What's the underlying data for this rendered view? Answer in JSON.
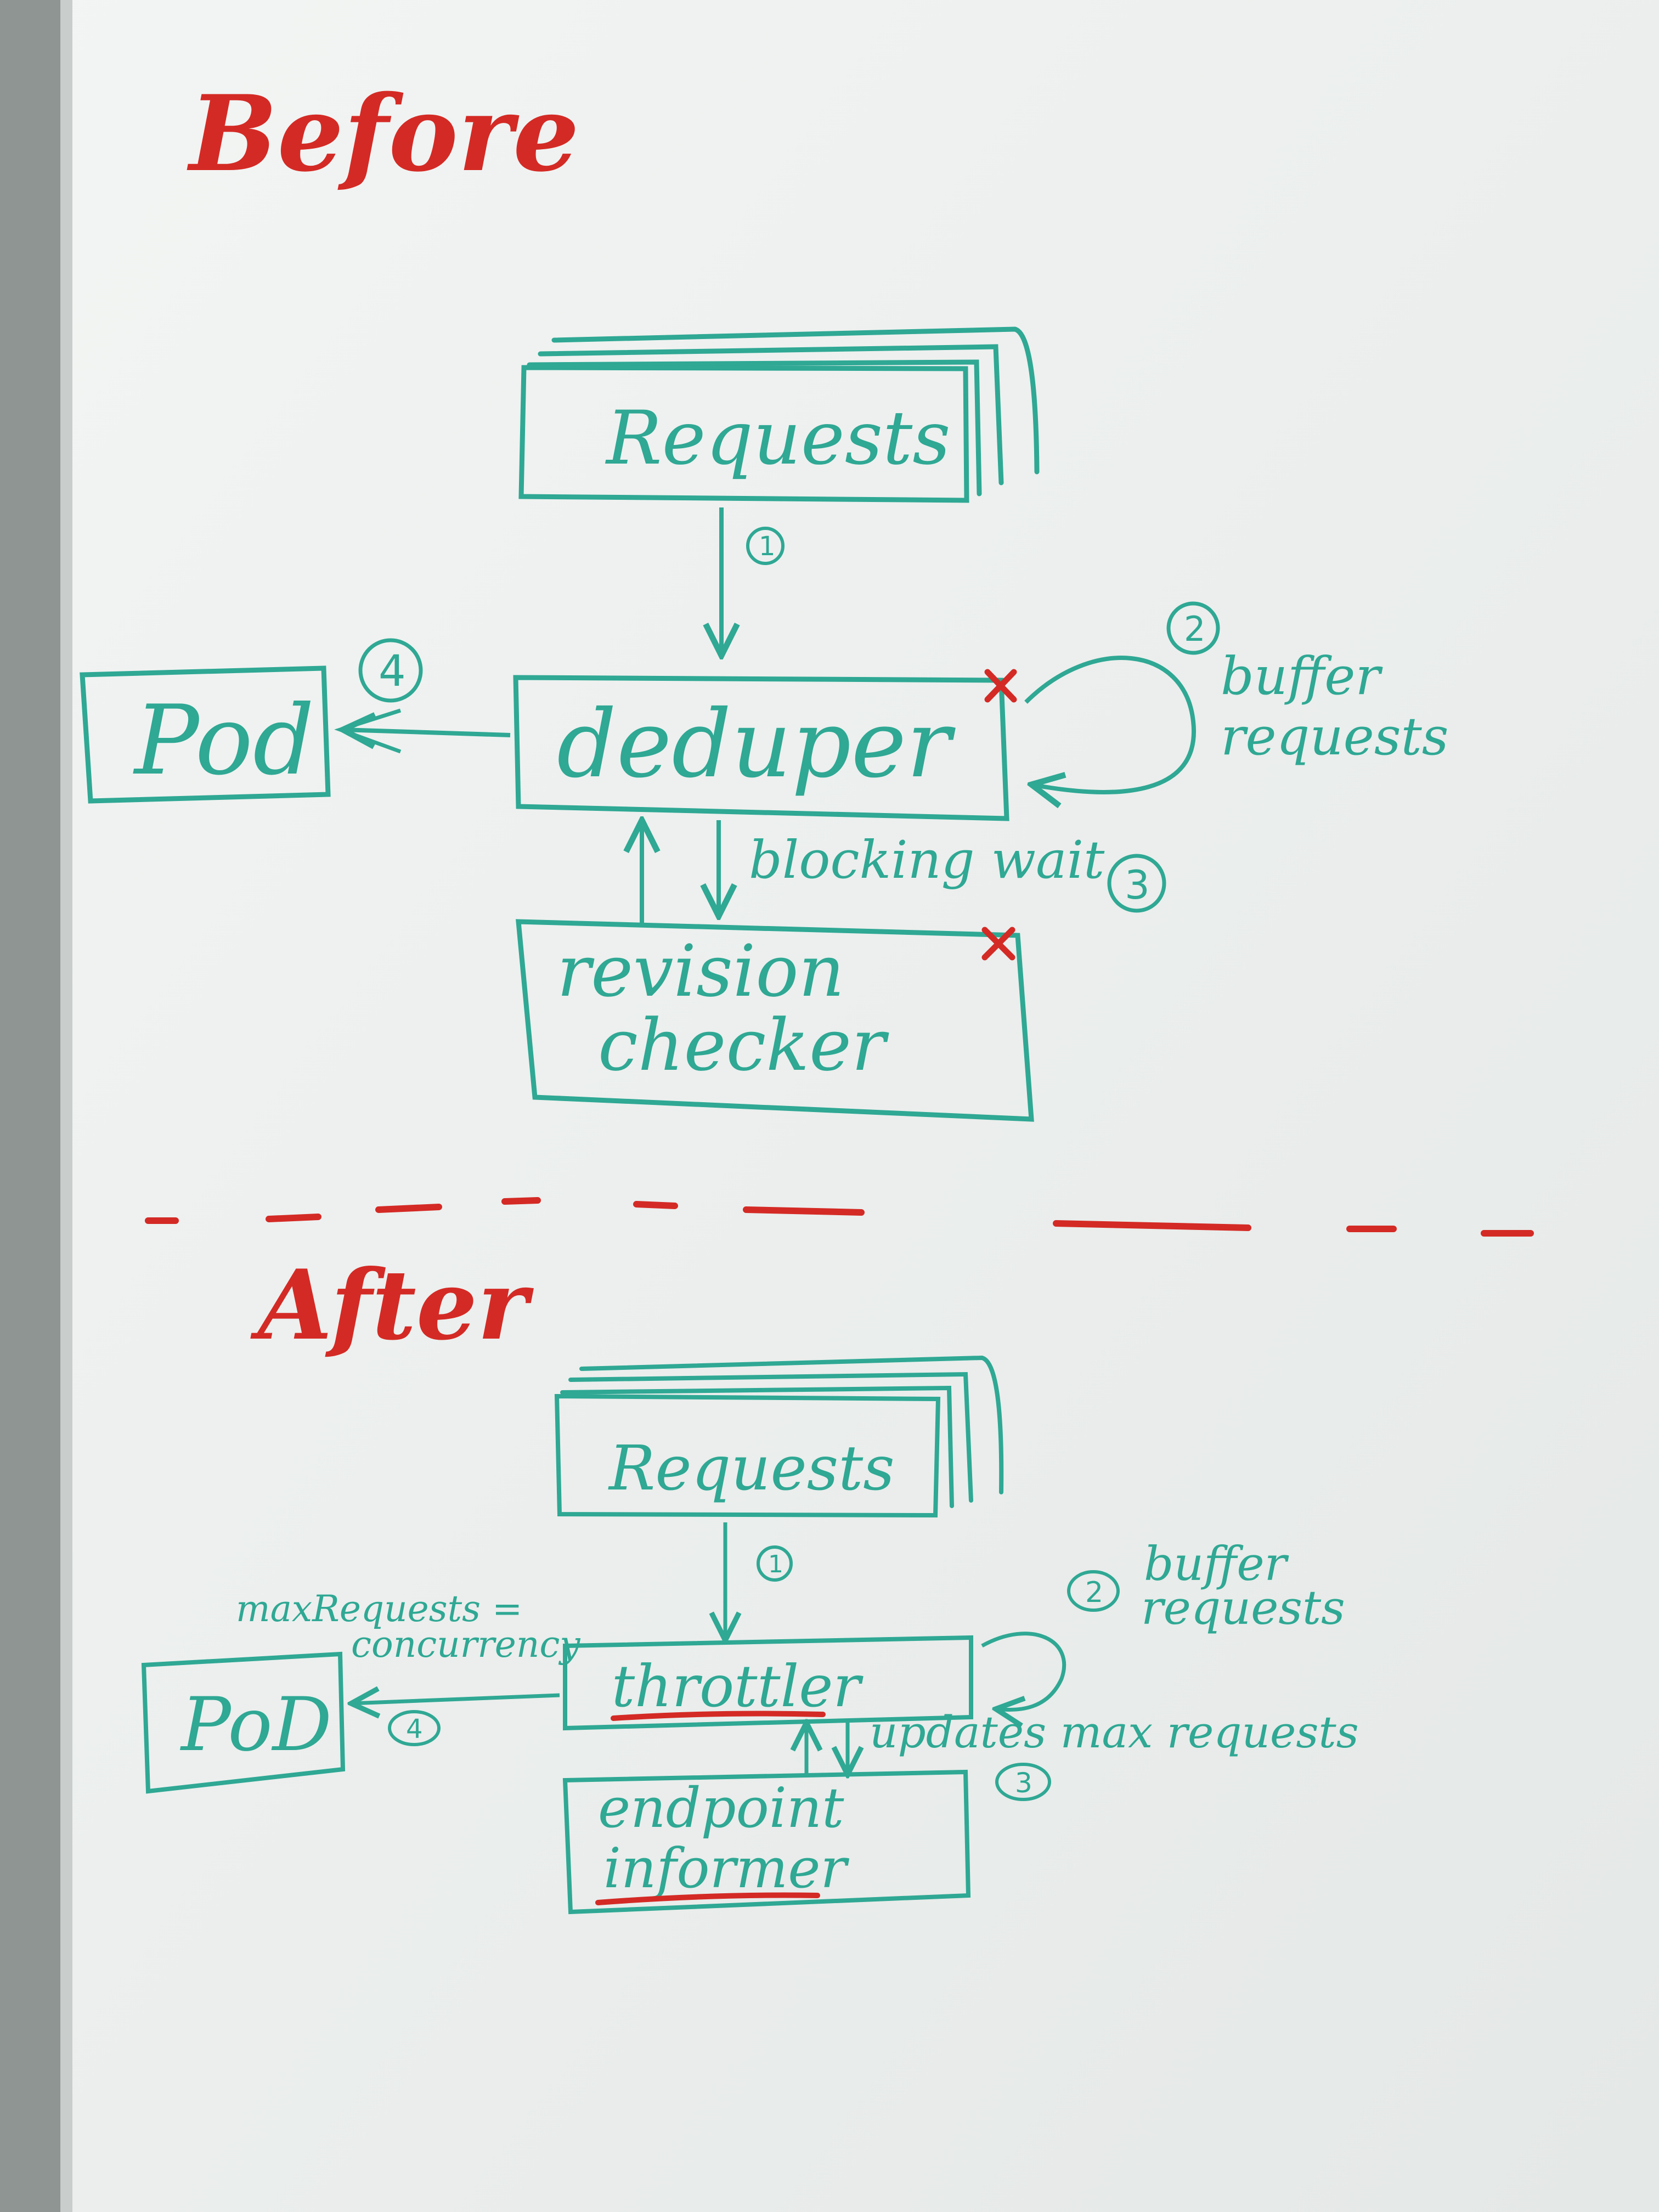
{
  "colors": {
    "board": "#eef1ef",
    "teal": "#2fa894",
    "red": "#d42a25",
    "frame": "#9ea3a1"
  },
  "before": {
    "heading": "Before",
    "requests": "Requests",
    "pod": "Pod",
    "deduper": "deduper",
    "revision_checker_line1": "revision",
    "revision_checker_line2": "checker",
    "step1": "1",
    "step2": "2",
    "step3": "3",
    "step4": "4",
    "buffer_line1": "buffer",
    "buffer_line2": "requests",
    "blocking_wait": "blocking wait"
  },
  "after": {
    "heading": "After",
    "requests": "Requests",
    "pod": "PoD",
    "throttler": "throttler",
    "endpoint_informer_line1": "endpoint",
    "endpoint_informer_line2": "informer",
    "step1": "1",
    "step2": "2",
    "step3": "3",
    "step4": "4",
    "buffer_line1": "buffer",
    "buffer_line2": "requests",
    "max_requests_line1": "maxRequests =",
    "max_requests_line2": "concurrency",
    "updates_max_requests": "updates max requests"
  }
}
